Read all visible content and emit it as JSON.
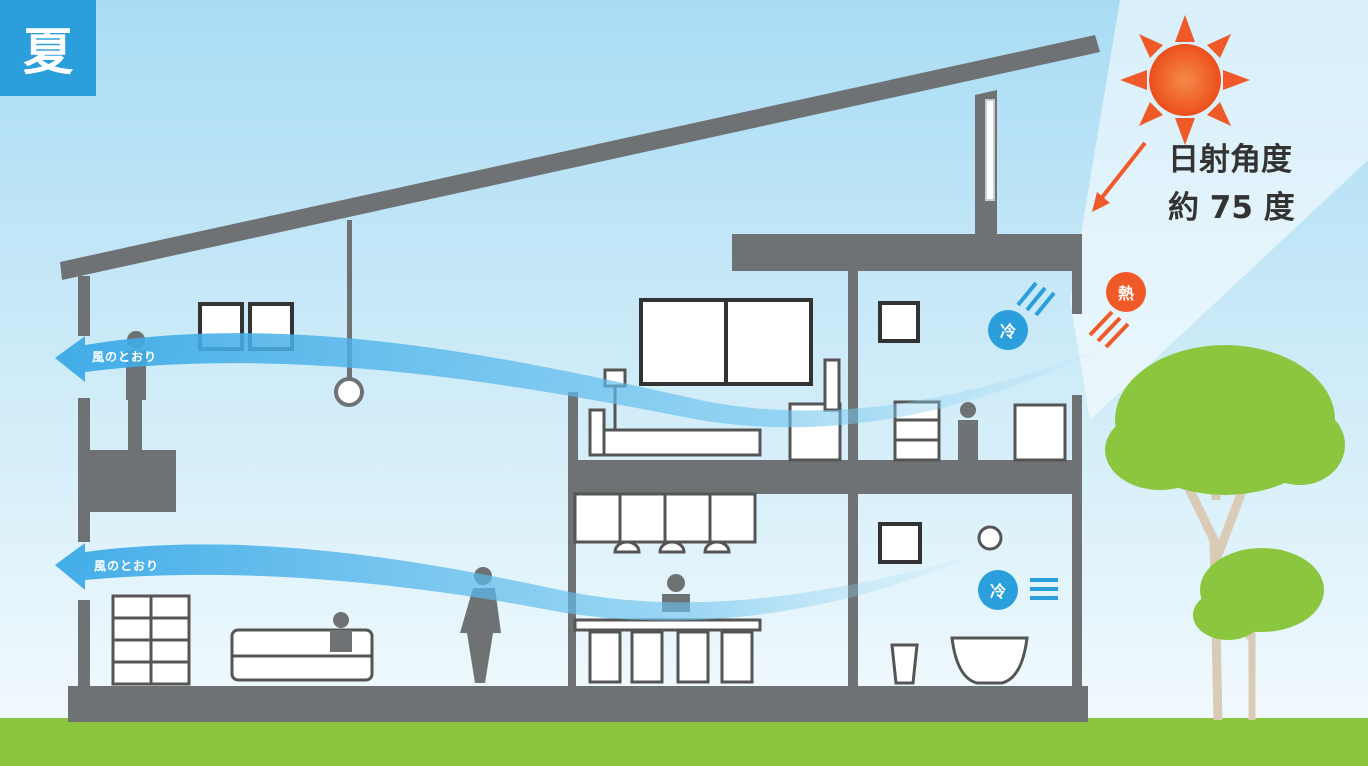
{
  "season": "夏",
  "sun_angle": {
    "line1": "日射角度",
    "line2": "約 75 度"
  },
  "wind_labels": [
    "風のとおり",
    "風のとおり"
  ],
  "cool_badges": [
    "冷",
    "冷"
  ],
  "heat_badge": "熱",
  "colors": {
    "sky_top": "#a9dcf4",
    "sky_bottom": "#eaf6fc",
    "house": "#6f7274",
    "wind": "#3aa9e6",
    "badge_blue": "#2a9fdc",
    "sun": "#f05a28",
    "tree": "#8cc63f",
    "grass": "#8cc63f"
  }
}
